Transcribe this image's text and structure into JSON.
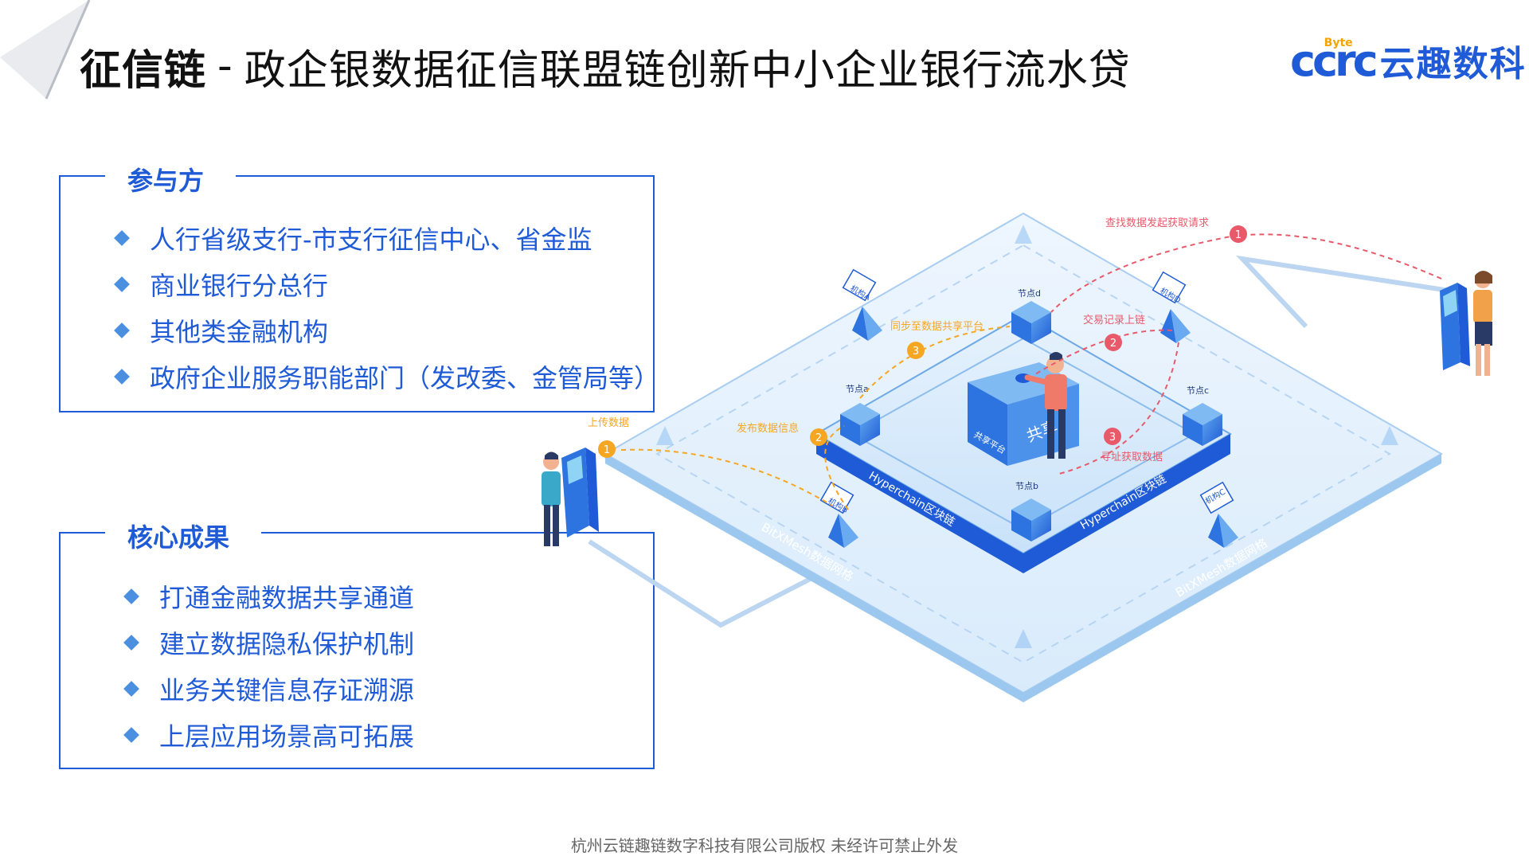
{
  "header": {
    "title_bold": "征信链",
    "title_separator": "-",
    "title_rest": "政企银数据征信联盟链创新中小企业银行流水贷",
    "logo_mark": "ccrc",
    "logo_sup": "Byte",
    "logo_text": "云趣数科"
  },
  "participants": {
    "title": "参与方",
    "items": [
      "人行省级支行-市支行征信中心、省金监",
      "商业银行分总行",
      "其他类金融机构",
      "政府企业服务职能部门（发改委、金管局等）"
    ]
  },
  "results": {
    "title": "核心成果",
    "items": [
      "打通金融数据共享通道",
      "建立数据隐私保护机制",
      "业务关键信息存证溯源",
      "上层应用场景高可拓展"
    ]
  },
  "diagram": {
    "institutions": [
      "机构A",
      "机构B",
      "机构C",
      "机构D"
    ],
    "nodes": [
      "节点a",
      "节点b",
      "节点c",
      "节点d"
    ],
    "steps": [
      {
        "num": "1",
        "label": "上传数据"
      },
      {
        "num": "2",
        "label": "发布数据信息"
      },
      {
        "num": "3",
        "label": "同步至数据共享平台"
      },
      {
        "num": "1",
        "label": "查找数据发起获取请求"
      },
      {
        "num": "2",
        "label": "交易记录上链"
      },
      {
        "num": "3",
        "label": "寻址获取数据"
      }
    ],
    "chain_label": "Hyperchain区块链",
    "mesh_label": "BitXMesh数据网格",
    "platform_label": "共享平台",
    "platform_front": "共享",
    "colors": {
      "orange": "#f5a623",
      "red": "#e85a6a",
      "blue": "#1f5bd6",
      "light_blue": "#cfe6fb"
    }
  },
  "footer": {
    "text": "杭州云链趣链数字科技有限公司版权 未经许可禁止外发"
  }
}
